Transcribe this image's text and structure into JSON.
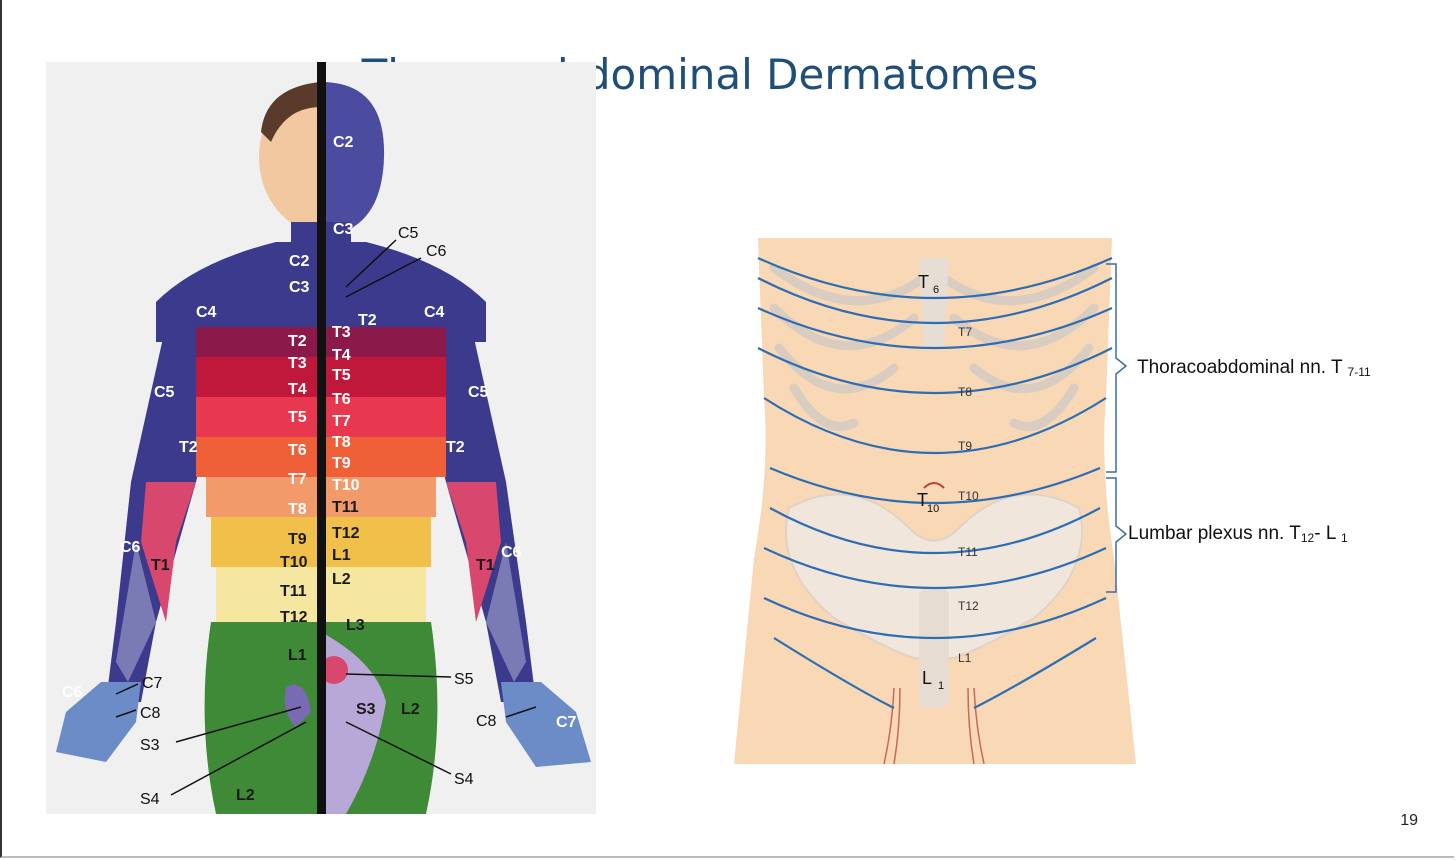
{
  "slide": {
    "title": "Thoracoabdominal Dermatomes",
    "page_number": "19"
  },
  "body_map": {
    "labels": {
      "c2_head": "C2",
      "c3_neck": "C3",
      "c2_l": "C2",
      "c3_l": "C3",
      "c4_l": "C4",
      "c4_r": "C4",
      "c5_l": "C5",
      "c5_r": "C5",
      "t2_arm_l": "T2",
      "t2_arm_r": "T2",
      "t2_chest_r": "T2",
      "t1_l": "T1",
      "t1_r": "T1",
      "c6_l": "C6",
      "c6_r": "C6",
      "c6_hand": "C6",
      "c7_r": "C7",
      "left_col": [
        "T2",
        "T3",
        "T4",
        "T5",
        "T6",
        "T7",
        "T8",
        "T9",
        "T10",
        "T11",
        "T12",
        "L1"
      ],
      "right_col": [
        "T3",
        "T4",
        "T5",
        "T6",
        "T7",
        "T8",
        "T9",
        "T10",
        "T11",
        "T12",
        "L1",
        "L2",
        "L3"
      ],
      "s3_leg": "S3",
      "l2_leg_r": "L2",
      "l2_leg_l": "L2"
    },
    "callouts": {
      "c5": "C5",
      "c6": "C6",
      "c7": "C7",
      "c8_l": "C8",
      "c8_r": "C8",
      "s3": "S3",
      "s4_l": "S4",
      "s4_r": "S4",
      "s5": "S5"
    }
  },
  "torso_map": {
    "bands": [
      "T7",
      "T8",
      "T9",
      "T10",
      "T11",
      "T12",
      "L1"
    ],
    "markers": {
      "t6_letter": "T",
      "t6_sub": "6",
      "t10_letter": "T",
      "t10_sub": "10",
      "l1_letter": "L",
      "l1_sub": "1"
    }
  },
  "annotations": {
    "thoraco": {
      "text": "Thoracoabdominal nn. T",
      "sub": "7-11"
    },
    "lumbar": {
      "text_1": "Lumbar plexus nn. T",
      "sub_1": "12",
      "text_2": "- L",
      "sub_2": "1"
    }
  },
  "colors": {
    "title": "#1f4e79",
    "nerve_lines": "#2d6db3",
    "skin": "#f9d8b6"
  }
}
